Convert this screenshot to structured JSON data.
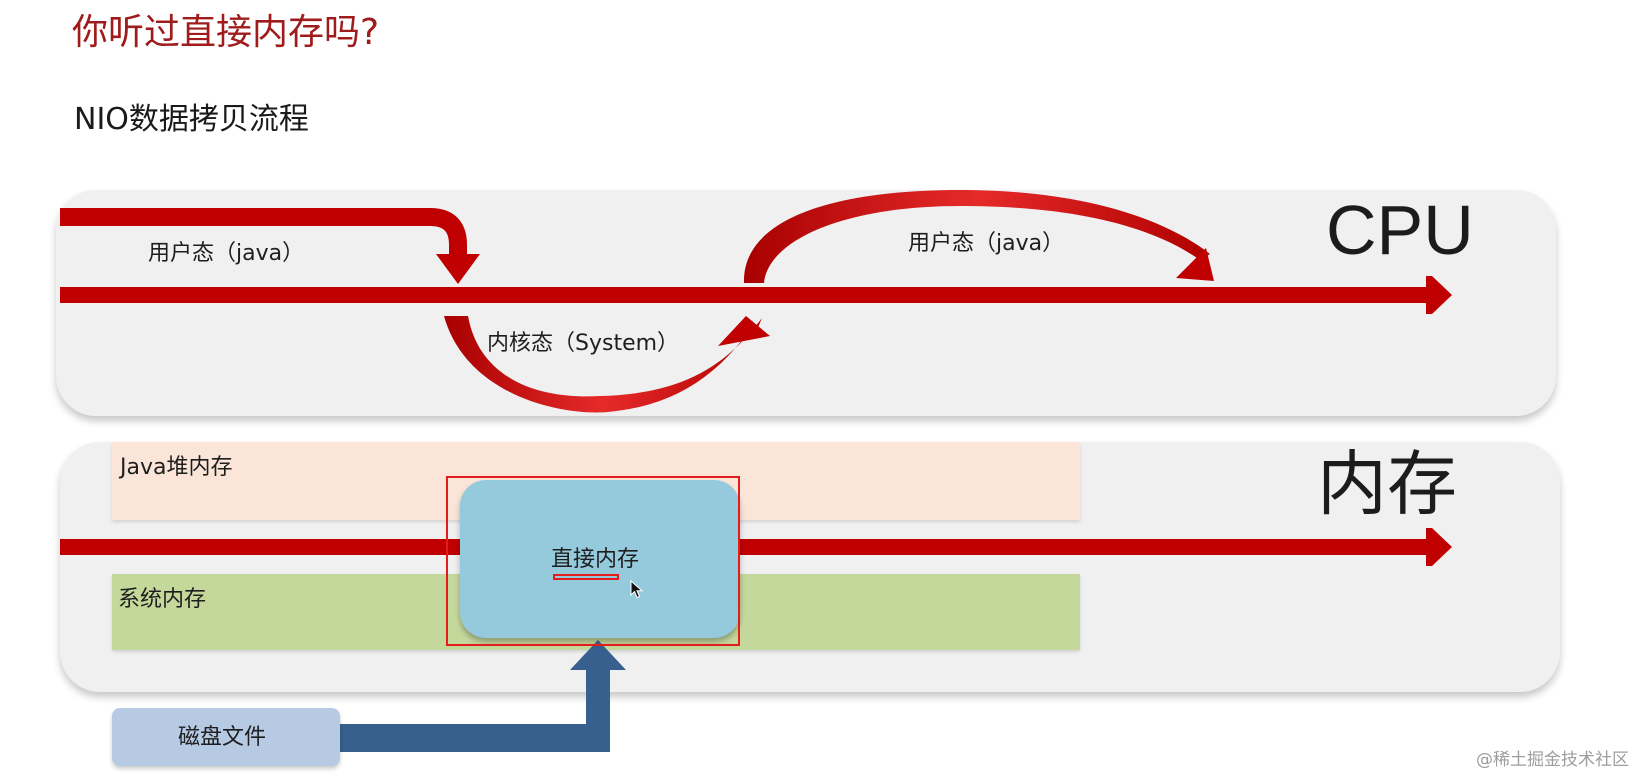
{
  "slide": {
    "title": "你听过直接内存吗?",
    "subtitle": "NIO数据拷贝流程"
  },
  "cpu_section": {
    "label": "CPU",
    "user_mode_label_1": "用户态（java）",
    "user_mode_label_2": "用户态（java）",
    "kernel_mode_label": "内核态（System）"
  },
  "memory_section": {
    "label": "内存",
    "java_heap_label": "Java堆内存",
    "system_memory_label": "系统内存",
    "direct_memory_label": "直接内存"
  },
  "disk": {
    "label": "磁盘文件"
  },
  "watermark": "@稀土掘金技术社区",
  "colors": {
    "title": "#a01c1c",
    "flow_arrow": "#c00000",
    "disk_arrow": "#37608f",
    "direct_memory": "#95cadc",
    "java_heap": "#fbe5d9",
    "system_memory": "#c5d89c",
    "disk_box": "#b6cae4",
    "highlight": "#e41c1c"
  }
}
